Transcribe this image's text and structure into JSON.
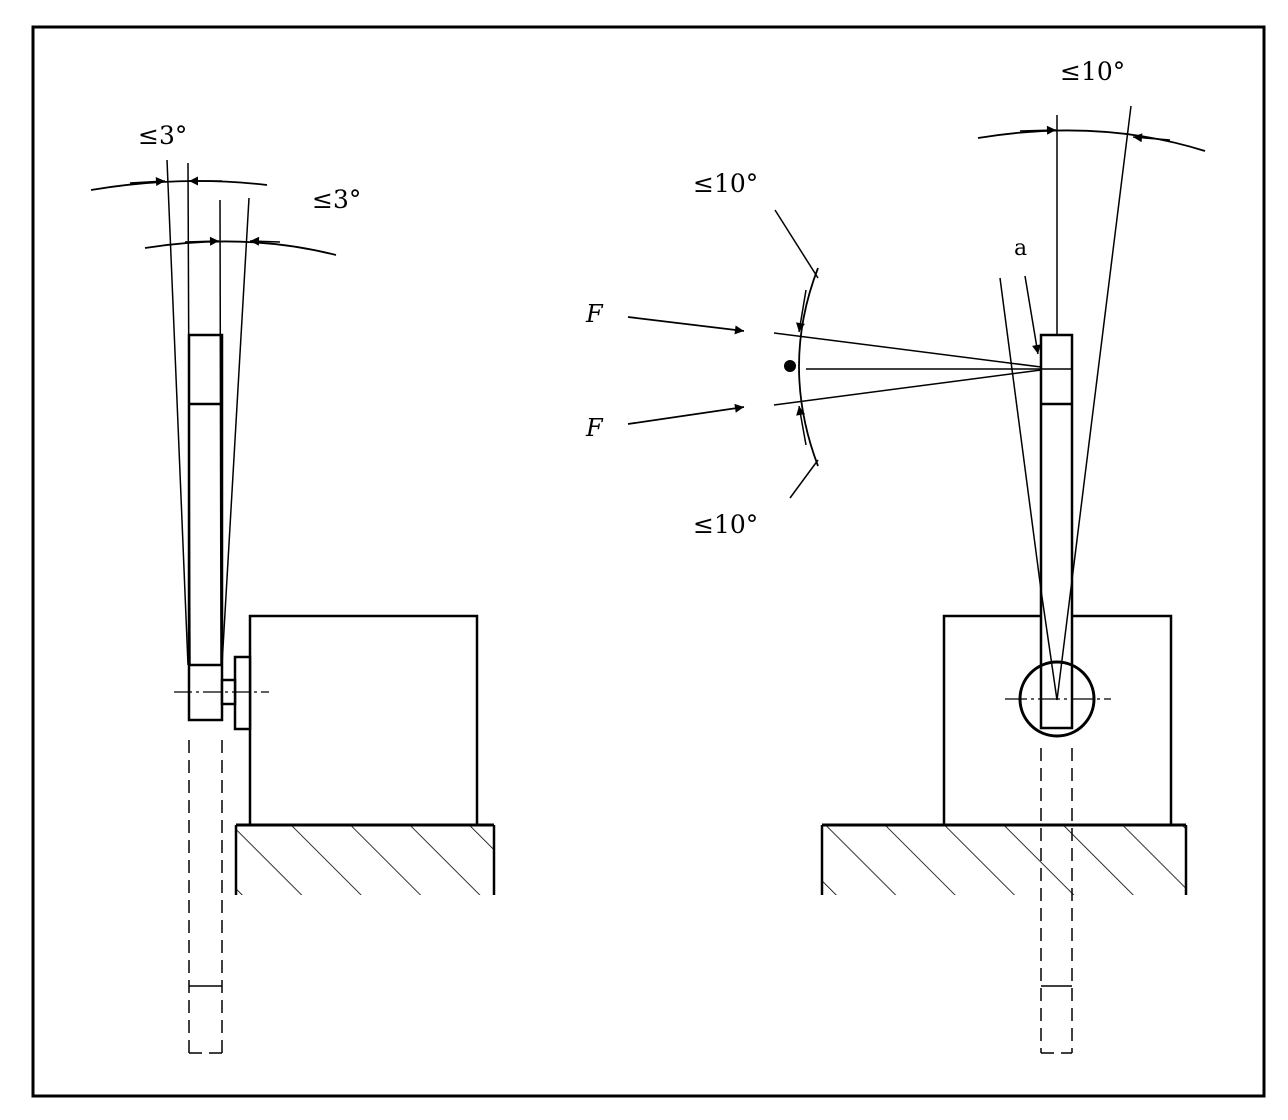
{
  "labels": {
    "left_angle_outer": "≤3°",
    "left_angle_inner": "≤3°",
    "right_angle_top": "≤10°",
    "right_angle_upper": "≤10°",
    "right_angle_lower": "≤10°",
    "force_upper": "F",
    "force_lower": "F",
    "point_a": "a"
  }
}
